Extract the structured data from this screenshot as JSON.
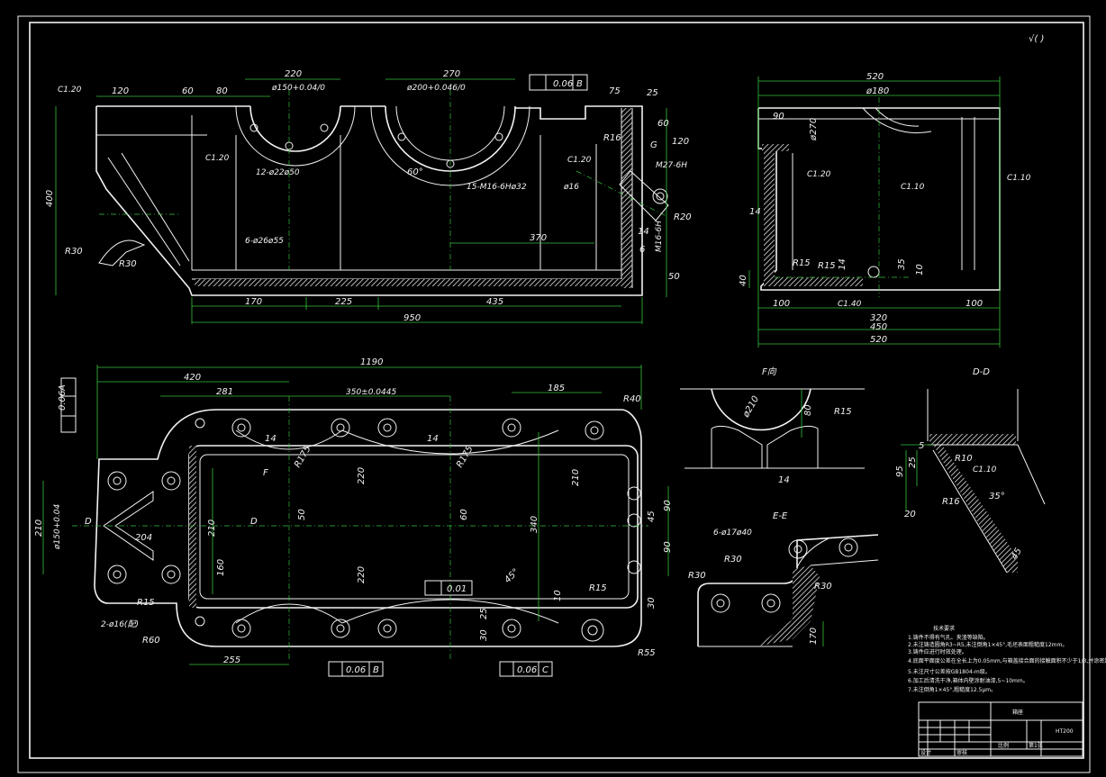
{
  "sheet": {
    "roughness_note": "√(  )",
    "section_label_f": "F向",
    "section_label_d": "D-D",
    "section_label_e": "E-E"
  },
  "front_view": {
    "dims": {
      "d120": "120",
      "d60": "60",
      "d80": "80",
      "d220": "220",
      "d270": "270",
      "d75": "75",
      "d25": "25",
      "d60b": "60",
      "d120b": "120",
      "d170": "170",
      "d225": "225",
      "d435": "435",
      "d950": "950",
      "d400": "400",
      "d370": "370",
      "d14": "14",
      "d6": "6",
      "d50": "50",
      "d150": "ø150+0.04/0",
      "d200": "ø200+0.046/0",
      "r16": "R16",
      "r30": "R30",
      "r30b": "R30",
      "r20": "R20",
      "chamfer1": "C1.20",
      "chamfer2": "C1.20",
      "chamfer3": "C1.20",
      "holes12": "12-ø22ø50",
      "holes15": "15-M16-6Hø32",
      "holes6": "6-ø26ø55",
      "m16": "M16-6H",
      "m27": "M27-6H",
      "angle60": "60°",
      "d16": "ø16",
      "tol_label": "0.06",
      "tol_datum": "B",
      "mark_g": "G"
    }
  },
  "side_view": {
    "dims": {
      "d520": "520",
      "d180": "ø180",
      "d90": "90",
      "d270": "ø270",
      "d14": "14",
      "r15": "R15",
      "r15b": "R15",
      "d14b": "14",
      "d35": "35",
      "d10": "10",
      "d40": "40",
      "d100": "100",
      "d100b": "100",
      "d320": "320",
      "d450": "450",
      "d520b": "520",
      "c1": "C1.20",
      "c2": "C1.10",
      "c3": "C1.10",
      "c4": "C1.40"
    }
  },
  "plan_view": {
    "dims": {
      "d1190": "1190",
      "d420": "420",
      "d281": "281",
      "d350": "350±0.0445",
      "d185": "185",
      "r40": "R40",
      "r175": "R175",
      "r175b": "R175",
      "d14": "14",
      "d14b": "14",
      "d220": "220",
      "d220b": "220",
      "d210": "210",
      "d210b": "210",
      "d210c": "210",
      "d50": "50",
      "d60": "60",
      "d340": "340",
      "d204": "204",
      "d160": "160",
      "d45": "45",
      "d90": "90",
      "d90b": "90",
      "d10": "10",
      "d30": "30",
      "d25": "25",
      "d30b": "30",
      "d255": "255",
      "r15": "R15",
      "r15b": "R15",
      "r60": "R60",
      "r55": "R55",
      "holes2": "2-ø16(配)",
      "d150": "ø150+0.04",
      "mark_f": "F",
      "mark_d": "D",
      "mark_d2": "D",
      "angle45": "45°"
    },
    "tolerances": {
      "perp_a": "0.06",
      "datum_a": "A",
      "perp_b": "0.06",
      "datum_b": "B",
      "perp_c": "0.06",
      "datum_c": "C",
      "flat": "0.01"
    }
  },
  "section_f": {
    "dims": {
      "d210": "ø210",
      "d80": "80",
      "r15": "R15",
      "d14": "14"
    }
  },
  "section_d": {
    "dims": {
      "d5": "5",
      "r10": "R10",
      "c110": "C1.10",
      "d95": "95",
      "d25": "25",
      "r16": "R16",
      "d20": "20",
      "angle35": "35°",
      "d45": "45"
    }
  },
  "section_e": {
    "dims": {
      "holes6": "6-ø17ø40",
      "r30": "R30",
      "r30b": "R30",
      "d170": "170"
    }
  },
  "notes": {
    "title": "技术要求",
    "lines": [
      "1.铸件不得有气孔、夹渣等缺陷。",
      "2.未注铸造圆角R3~R5,未注倒角1×45°,毛坯表面粗糙度12mm。",
      "3.铸件应进行时效处理。",
      "4.底面平面度公差在全长上为0.05mm,与箱盖接合面的接触面积不少于1/3,并涂密封胶。",
      "5.未注尺寸公差按GB1804-m级。",
      "6.加工后清洗干净,箱体内壁涂耐油漆,5~10mm。",
      "7.未注倒角1×45°,粗糙度12.5μm。"
    ]
  },
  "title_block": {
    "drawing_name": "箱座",
    "material_cell": "HT200",
    "scale_cell": "比例",
    "sheet_cell": "第1张",
    "designer": "设计",
    "checker": "审核"
  }
}
